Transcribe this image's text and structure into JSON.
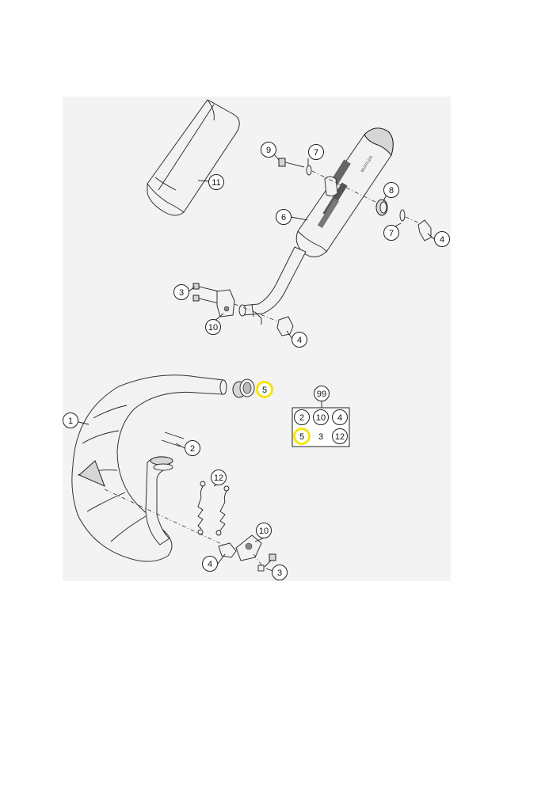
{
  "colors": {
    "background": "#ffffff",
    "panel": "#f3f3f3",
    "highlight": "#f5e60f",
    "ink": "#222222"
  },
  "callouts": [
    {
      "id": "c1",
      "label": "1",
      "highlighted": false
    },
    {
      "id": "c2",
      "label": "2",
      "highlighted": false
    },
    {
      "id": "c3a",
      "label": "3",
      "highlighted": false
    },
    {
      "id": "c3b",
      "label": "3",
      "highlighted": false
    },
    {
      "id": "c4a",
      "label": "4",
      "highlighted": false
    },
    {
      "id": "c4b",
      "label": "4",
      "highlighted": false
    },
    {
      "id": "c4c",
      "label": "4",
      "highlighted": false
    },
    {
      "id": "c5",
      "label": "5",
      "highlighted": true
    },
    {
      "id": "c6",
      "label": "6",
      "highlighted": false
    },
    {
      "id": "c7a",
      "label": "7",
      "highlighted": false
    },
    {
      "id": "c7b",
      "label": "7",
      "highlighted": false
    },
    {
      "id": "c8",
      "label": "8",
      "highlighted": false
    },
    {
      "id": "c9",
      "label": "9",
      "highlighted": false
    },
    {
      "id": "c10a",
      "label": "10",
      "highlighted": false
    },
    {
      "id": "c10b",
      "label": "10",
      "highlighted": false
    },
    {
      "id": "c11",
      "label": "11",
      "highlighted": false
    },
    {
      "id": "c12",
      "label": "12",
      "highlighted": false
    }
  ],
  "kit": {
    "label": "99",
    "row1": [
      {
        "label": "2",
        "highlighted": false
      },
      {
        "label": "10",
        "highlighted": false
      },
      {
        "label": "4",
        "highlighted": false
      }
    ],
    "row2": [
      {
        "label": "5",
        "highlighted": true
      },
      {
        "label": "3",
        "highlighted": false
      },
      {
        "label": "12",
        "highlighted": false
      }
    ]
  },
  "silencer_label": "MUFFLER"
}
